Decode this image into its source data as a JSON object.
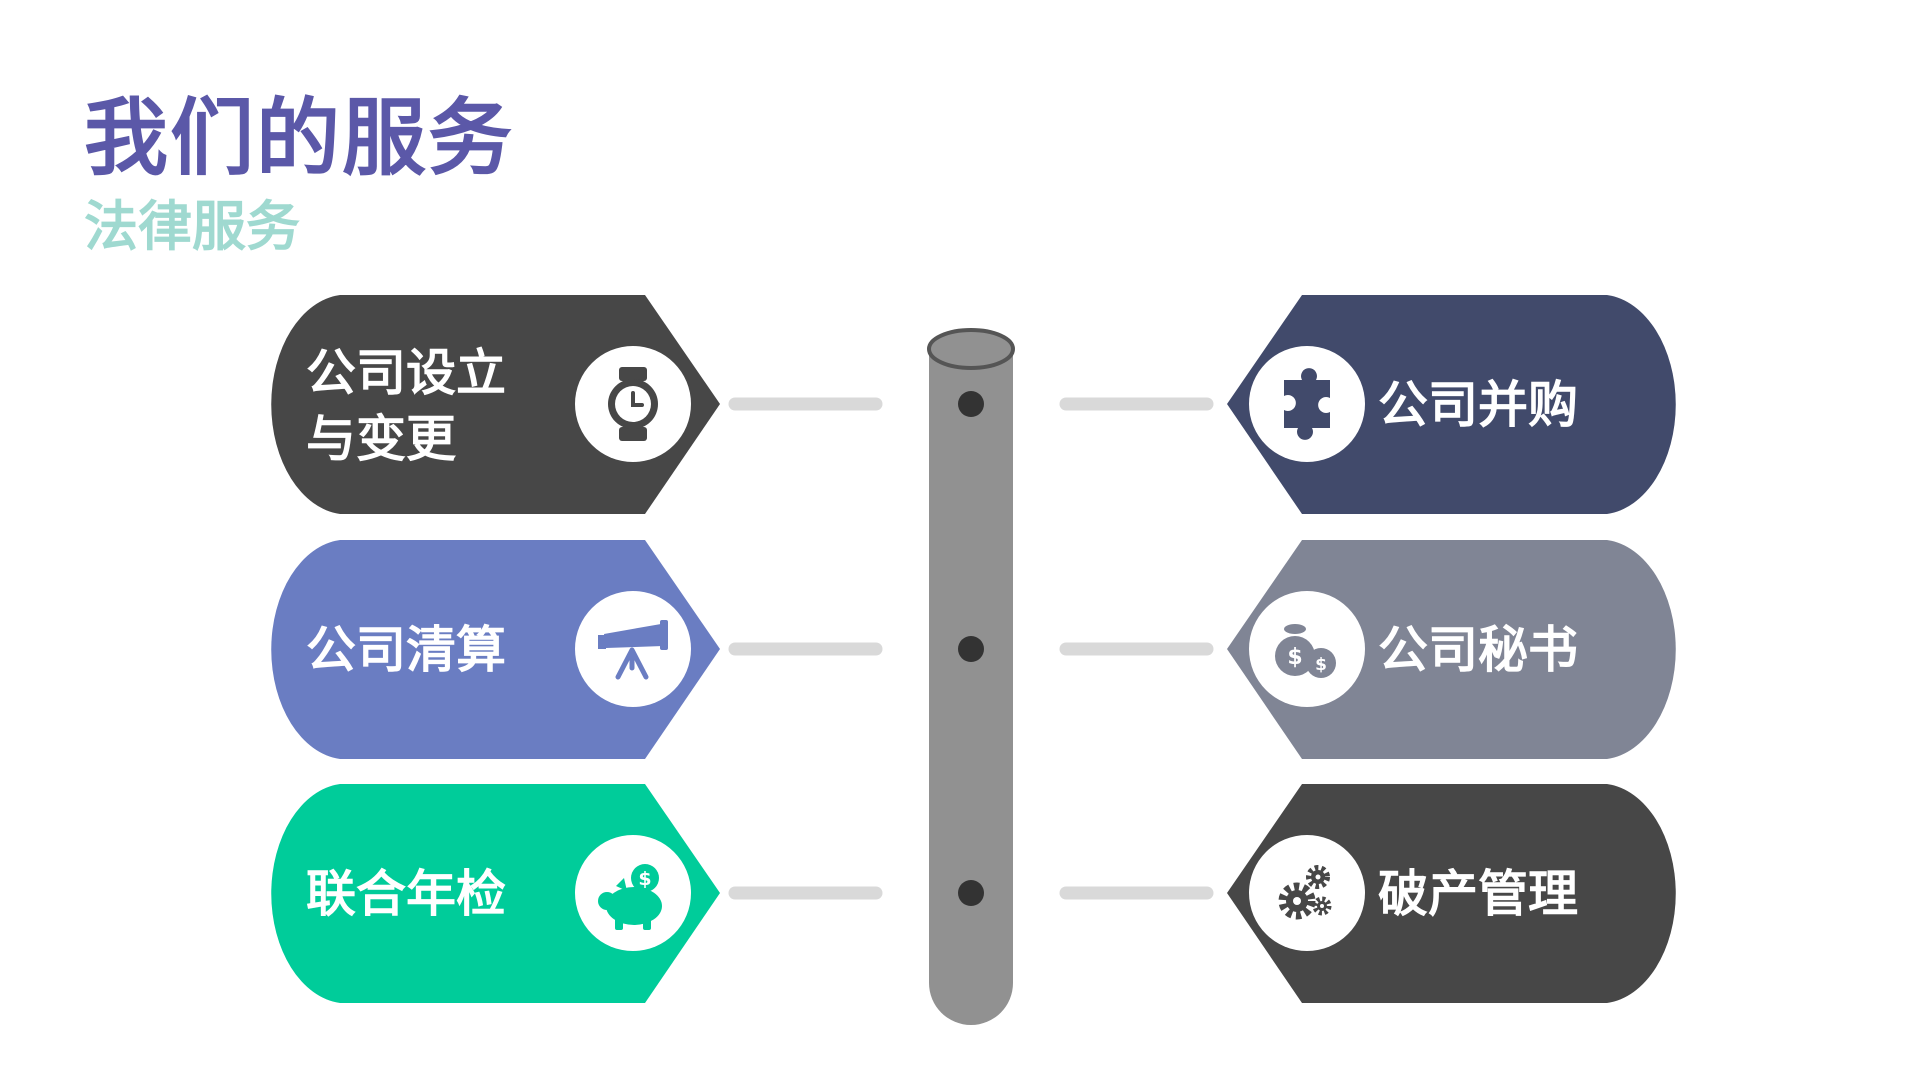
{
  "header": {
    "title": "我们的服务",
    "subtitle": "法律服务"
  },
  "colors": {
    "title": "#5b58a8",
    "subtitle": "#9fd9d0",
    "pillar": "#919191",
    "connector": "#d9d9d9",
    "dot": "#333333"
  },
  "services": [
    {
      "label_line1": "公司设立",
      "label_line2": "与变更",
      "icon": "watch-icon",
      "color": "#474747"
    },
    {
      "label_line1": "公司清算",
      "label_line2": "",
      "icon": "telescope-icon",
      "color": "#6a7dc2"
    },
    {
      "label_line1": "联合年检",
      "label_line2": "",
      "icon": "piggy-bank-icon",
      "color": "#00cc9a"
    },
    {
      "label_line1": "公司并购",
      "label_line2": "",
      "icon": "puzzle-icon",
      "color": "#414a6b"
    },
    {
      "label_line1": "公司秘书",
      "label_line2": "",
      "icon": "money-bags-icon",
      "color": "#808595"
    },
    {
      "label_line1": "破产管理",
      "label_line2": "",
      "icon": "gears-icon",
      "color": "#474747"
    }
  ]
}
